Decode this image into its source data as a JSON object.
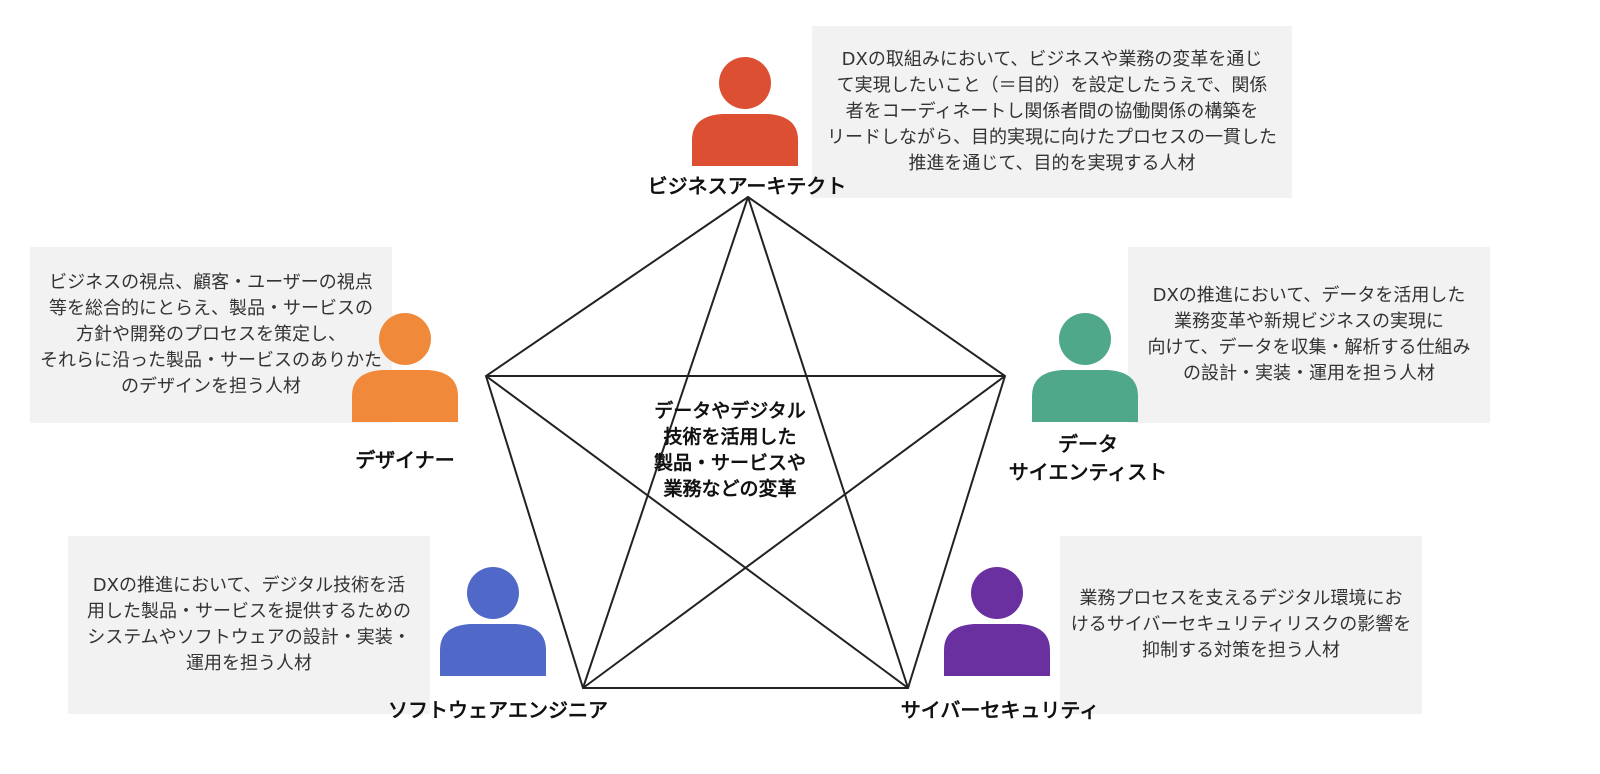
{
  "center_text": "データやデジタル\n技術を活用した\n製品・サービスや\n業務などの変革",
  "roles": {
    "business_architect": {
      "name": "ビジネスアーキテクト",
      "color": "#dd4f32",
      "description": "DXの取組みにおいて、ビジネスや業務の変革を通じ\nて実現したいこと（＝目的）を設定したうえで、関係\n者をコーディネートし関係者間の協働関係の構築を\nリードしながら、目的実現に向けたプロセスの一貫した\n推進を通じて、目的を実現する人材"
    },
    "designer": {
      "name": "デザイナー",
      "color": "#f08a3a",
      "description": "ビジネスの視点、顧客・ユーザーの視点\n等を総合的にとらえ、製品・サービスの\n方針や開発のプロセスを策定し、\nそれらに沿った製品・サービスのありかた\nのデザインを担う人材"
    },
    "data_scientist": {
      "name": "データ\nサイエンティスト",
      "color": "#4fa88a",
      "description": "DXの推進において、データを活用した\n業務変革や新規ビジネスの実現に\n向けて、データを収集・解析する仕組み\nの設計・実装・運用を担う人材"
    },
    "software_engineer": {
      "name": "ソフトウェアエンジニア",
      "color": "#5068c8",
      "description": "DXの推進において、デジタル技術を活\n用した製品・サービスを提供するための\nシステムやソフトウェアの設計・実装・\n運用を担う人材"
    },
    "cybersecurity": {
      "name": "サイバーセキュリティ",
      "color": "#6a30a0",
      "description": "業務プロセスを支えるデジタル環境にお\nけるサイバーセキュリティリスクの影響を\n抑制する対策を担う人材"
    }
  }
}
